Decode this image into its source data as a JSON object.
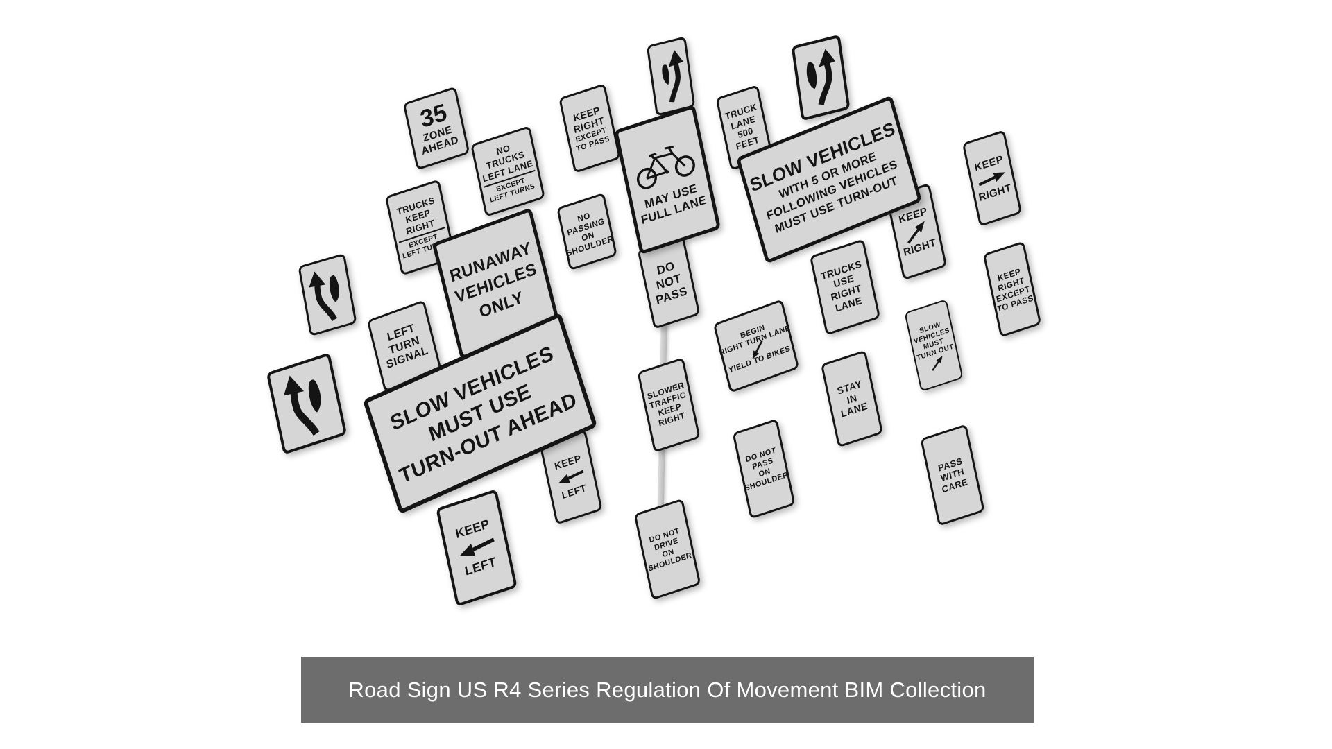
{
  "caption": {
    "text": "Road Sign US R4 Series Regulation Of Movement BIM Collection"
  },
  "colors": {
    "background": "#ffffff",
    "sign_face": "#d6d6d6",
    "sign_border": "#141414",
    "sign_text": "#141414",
    "post": "#c2c2c2",
    "caption_bg": "#6d6d6d",
    "caption_text": "#ffffff"
  },
  "signs": {
    "zone35": {
      "lines": [
        "35",
        "ZONE",
        "AHEAD"
      ]
    },
    "noTrucksLeftLane": {
      "lines": [
        "NO",
        "TRUCKS",
        "LEFT LANE",
        "EXCEPT",
        "LEFT TURNS"
      ]
    },
    "trucksKeepRight": {
      "lines": [
        "TRUCKS",
        "KEEP",
        "RIGHT",
        "EXCEPT",
        "LEFT TURNS"
      ]
    },
    "keepRightExceptTop": {
      "lines": [
        "KEEP",
        "RIGHT",
        "EXCEPT",
        "TO PASS"
      ]
    },
    "keepRightSymbolNarrow": {
      "icon": "keep-right-lane-symbol"
    },
    "bicycleFullLane": {
      "icon": "bicycle",
      "lines": [
        "MAY USE",
        "FULL LANE"
      ]
    },
    "truckLane500": {
      "lines": [
        "TRUCK",
        "LANE",
        "500",
        "FEET"
      ]
    },
    "keepRightSymbolSquare": {
      "icon": "keep-right-lane-symbol"
    },
    "slowVehiclesFive": {
      "lines": [
        "SLOW VEHICLES",
        "WITH 5 OR MORE",
        "FOLLOWING VEHICLES",
        "MUST USE TURN-OUT"
      ]
    },
    "keepRightArrow": {
      "icon": "right-arrow",
      "lines": [
        "KEEP",
        "RIGHT"
      ]
    },
    "keepRightDiagonal": {
      "icon": "up-right-arrow",
      "lines": [
        "KEEP",
        "RIGHT"
      ]
    },
    "trucksUseRightLane": {
      "lines": [
        "TRUCKS",
        "USE",
        "RIGHT",
        "LANE"
      ]
    },
    "keepRightExceptRight": {
      "lines": [
        "KEEP",
        "RIGHT",
        "EXCEPT",
        "TO PASS"
      ]
    },
    "noPassingShoulder": {
      "lines": [
        "NO",
        "PASSING",
        "ON",
        "SHOULDER"
      ]
    },
    "runawayVehicles": {
      "lines": [
        "RUNAWAY",
        "VEHICLES",
        "ONLY"
      ]
    },
    "doNotPass": {
      "lines": [
        "DO",
        "NOT",
        "PASS"
      ]
    },
    "beginRightTurnLane": {
      "icon": "down-left-arrow",
      "lines": [
        "BEGIN",
        "RIGHT TURN LANE",
        "YIELD TO BIKES"
      ]
    },
    "slowVehiclesTurnOut": {
      "icon": "up-right-arrow",
      "lines": [
        "SLOW",
        "VEHICLES",
        "MUST",
        "TURN OUT"
      ]
    },
    "leftTurnSignal": {
      "lines": [
        "LEFT",
        "TURN",
        "SIGNAL"
      ]
    },
    "keepLeftSymbolSmall": {
      "icon": "keep-left-lane-symbol"
    },
    "keepLeftSymbolLarge": {
      "icon": "keep-left-lane-symbol"
    },
    "slowVehiclesTurnoutAhead": {
      "lines": [
        "SLOW VEHICLES",
        "MUST USE",
        "TURN-OUT AHEAD"
      ]
    },
    "slowerTrafficKeepRight": {
      "lines": [
        "SLOWER",
        "TRAFFIC",
        "KEEP",
        "RIGHT"
      ]
    },
    "stayInLane": {
      "lines": [
        "STAY",
        "IN",
        "LANE"
      ]
    },
    "keepLeftSmall": {
      "icon": "left-arrow",
      "lines": [
        "KEEP",
        "LEFT"
      ]
    },
    "keepLeftLarge": {
      "icon": "left-arrow",
      "lines": [
        "KEEP",
        "LEFT"
      ]
    },
    "doNotPassOnShoulder": {
      "lines": [
        "DO NOT",
        "PASS",
        "ON",
        "SHOULDER"
      ]
    },
    "doNotDriveOnShoulder": {
      "lines": [
        "DO NOT",
        "DRIVE",
        "ON",
        "SHOULDER"
      ]
    },
    "passWithCare": {
      "lines": [
        "PASS",
        "WITH",
        "CARE"
      ]
    }
  }
}
